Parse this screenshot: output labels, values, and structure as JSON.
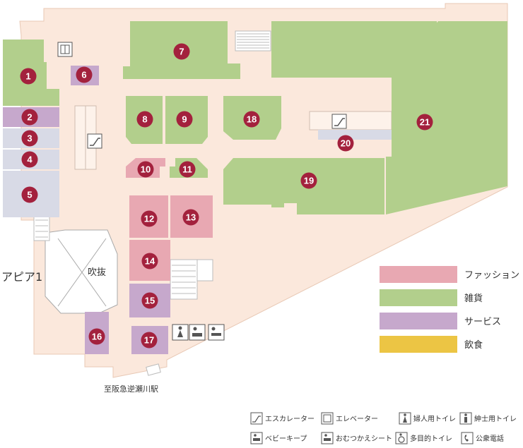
{
  "colors": {
    "floor": "#fbe8dc",
    "floor_edge": "#e8c8b4",
    "fashion": "#e8a8b2",
    "goods": "#b2cf8c",
    "service": "#c6a8cc",
    "food": "#ecc544",
    "service_gray": "#d8dae6",
    "marker": "#a3213d"
  },
  "shops": [
    {
      "id": "1",
      "label": "1",
      "category": "goods"
    },
    {
      "id": "2",
      "label": "2",
      "category": "service"
    },
    {
      "id": "3",
      "label": "3",
      "category": "service"
    },
    {
      "id": "4",
      "label": "4",
      "category": "service"
    },
    {
      "id": "5",
      "label": "5",
      "category": "service"
    },
    {
      "id": "6",
      "label": "6",
      "category": "service"
    },
    {
      "id": "7",
      "label": "7",
      "category": "goods"
    },
    {
      "id": "8",
      "label": "8",
      "category": "goods"
    },
    {
      "id": "9",
      "label": "9",
      "category": "goods"
    },
    {
      "id": "10",
      "label": "10",
      "category": "fashion"
    },
    {
      "id": "11",
      "label": "11",
      "category": "goods"
    },
    {
      "id": "12",
      "label": "12",
      "category": "fashion"
    },
    {
      "id": "13",
      "label": "13",
      "category": "fashion"
    },
    {
      "id": "14",
      "label": "14",
      "category": "fashion"
    },
    {
      "id": "15",
      "label": "15",
      "category": "service"
    },
    {
      "id": "16",
      "label": "16",
      "category": "service"
    },
    {
      "id": "17",
      "label": "17",
      "category": "service"
    },
    {
      "id": "18",
      "label": "18",
      "category": "goods"
    },
    {
      "id": "19",
      "label": "19",
      "category": "goods"
    },
    {
      "id": "20",
      "label": "20",
      "category": "service"
    },
    {
      "id": "21",
      "label": "21",
      "category": "goods"
    }
  ],
  "map_labels": {
    "building": "アピア1",
    "atrium": "吹抜",
    "station": "至阪急逆瀬川駅"
  },
  "legend": [
    {
      "label": "ファッション",
      "color": "#e8a8b2"
    },
    {
      "label": "雑貨",
      "color": "#b2cf8c"
    },
    {
      "label": "サービス",
      "color": "#c6a8cc"
    },
    {
      "label": "飲食",
      "color": "#ecc544"
    }
  ],
  "facility_key": [
    {
      "icon": "escalator-icon",
      "label": "エスカレーター"
    },
    {
      "icon": "elevator-icon",
      "label": "エレベーター"
    },
    {
      "icon": "womens-toilet-icon",
      "label": "婦人用トイレ"
    },
    {
      "icon": "mens-toilet-icon",
      "label": "紳士用トイレ"
    },
    {
      "icon": "baby-keep-icon",
      "label": "ベビーキープ"
    },
    {
      "icon": "diaper-change-icon",
      "label": "おむつかえシート"
    },
    {
      "icon": "accessible-toilet-icon",
      "label": "多目的トイレ"
    },
    {
      "icon": "public-phone-icon",
      "label": "公衆電話"
    }
  ]
}
